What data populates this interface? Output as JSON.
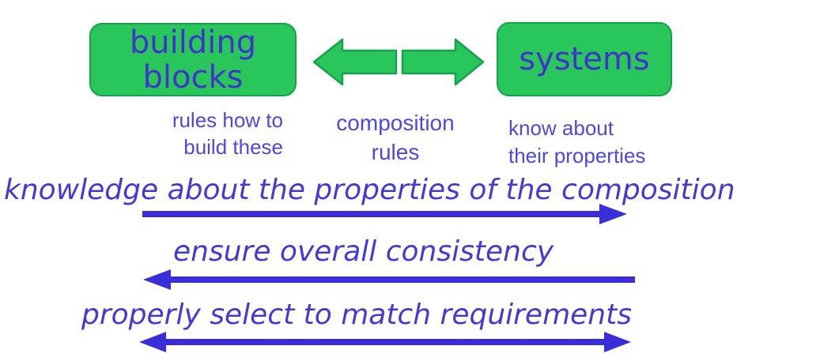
{
  "colors": {
    "background": "#ffffff",
    "green_fill": "#29c65c",
    "green_border": "#14a34c",
    "box_text": "#3f36c9",
    "caption_text": "#4f46e8",
    "flow_text": "#4338d8",
    "arrow_blue": "#3a2ed8"
  },
  "boxes": {
    "building_blocks": {
      "line1": "building",
      "line2": "blocks",
      "caption_line1": "rules how to",
      "caption_line2": "build these"
    },
    "systems": {
      "title": "systems",
      "caption_line1": "know about",
      "caption_line2": "their properties"
    }
  },
  "center_caption": {
    "line1": "composition",
    "line2": "rules"
  },
  "flows": [
    {
      "text": "knowledge about the properties of the composition",
      "arrow_direction": "right"
    },
    {
      "text": "ensure overall consistency",
      "arrow_direction": "left"
    },
    {
      "text": "properly select to match requirements",
      "arrow_direction": "both"
    }
  ]
}
